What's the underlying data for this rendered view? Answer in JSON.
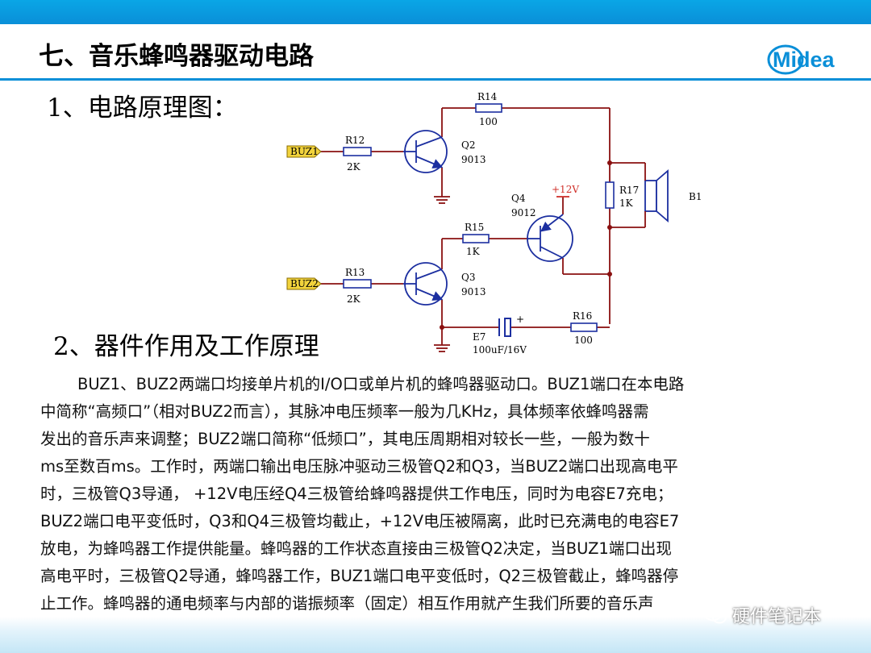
{
  "header": {
    "title": "七、音乐蜂鸣器驱动电路",
    "logo_text": "Midea",
    "accent_color": "#0a8fd8"
  },
  "sections": {
    "s1": "1、电路原理图：",
    "s2": "2、器件作用及工作原理"
  },
  "schematic": {
    "ports": {
      "buz1": "BUZ1",
      "buz2": "BUZ2"
    },
    "port_color": "#f2d33c",
    "components": {
      "r12": {
        "ref": "R12",
        "value": "2K"
      },
      "r13": {
        "ref": "R13",
        "value": "2K"
      },
      "r14": {
        "ref": "R14",
        "value": "100"
      },
      "r15": {
        "ref": "R15",
        "value": "1K"
      },
      "r16": {
        "ref": "R16",
        "value": "100"
      },
      "r17": {
        "ref": "R17",
        "value": "1K"
      },
      "q2": {
        "ref": "Q2",
        "value": "9013"
      },
      "q3": {
        "ref": "Q3",
        "value": "9013"
      },
      "q4": {
        "ref": "Q4",
        "value": "9012"
      },
      "e7": {
        "ref": "E7",
        "value": "100uF/16V",
        "polarity": "+"
      },
      "b1": {
        "ref": "B1"
      }
    },
    "supply": "+12V",
    "supply_color": "#d0302a",
    "wire_color": "#8a1010",
    "component_color": "#1c2fa0"
  },
  "body": {
    "lines": [
      "BUZ1、BUZ2两端口均接单片机的I/O口或单片机的蜂鸣器驱动口。BUZ1端口在本电路",
      "中简称“高频口”（相对BUZ2而言），其脉冲电压频率一般为几KHz，具体频率依蜂鸣器需",
      "发出的音乐声来调整；BUZ2端口简称“低频口”，其电压周期相对较长一些，一般为数十",
      "ms至数百ms。工作时，两端口输出电压脉冲驱动三极管Q2和Q3，当BUZ2端口出现高电平",
      "时，三极管Q3导通， +12V电压经Q4三极管给蜂鸣器提供工作电压，同时为电容E7充电；",
      "BUZ2端口电平变低时，Q3和Q4三极管均截止，+12V电压被隔离，此时已充满电的电容E7",
      "放电，为蜂鸣器工作提供能量。蜂鸣器的工作状态直接由三极管Q2决定，当BUZ1端口出现",
      "高电平时，三极管Q2导通，蜂鸣器工作，BUZ1端口电平变低时，Q2三极管截止，蜂鸣器停",
      "止工作。蜂鸣器的通电频率与内部的谐振频率（固定）相互作用就产生我们所要的音乐声"
    ]
  },
  "watermark": {
    "text": "硬件笔记本",
    "icon": "wechat-icon"
  }
}
